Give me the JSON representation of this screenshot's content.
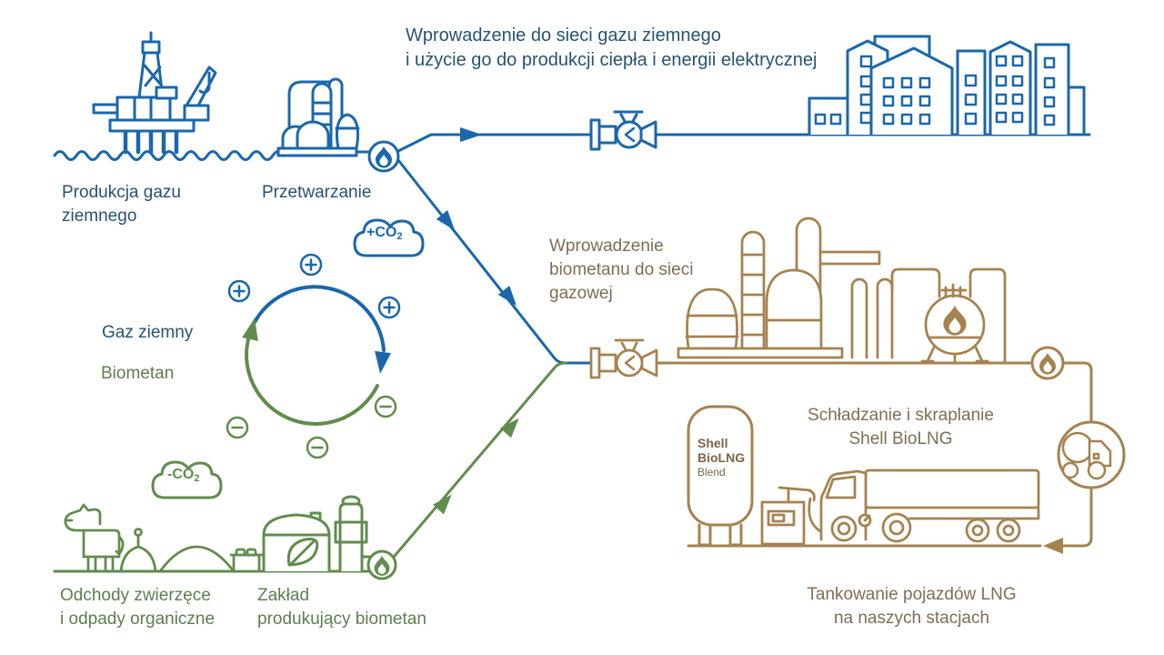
{
  "colors": {
    "blue_line": "#1a67ac",
    "blue_text": "#27536f",
    "green_line": "#618c4d",
    "green_text": "#5e7d51",
    "brown_line": "#a6824f",
    "brown_text": "#7f6d56"
  },
  "labels": {
    "grid_top": "Wprowadzenie do sieci gazu ziemnego\ni użycie go do produkcji ciepła i energii elektrycznej",
    "production": "Produkcja gazu\nziemnego",
    "processing": "Przetwarzanie",
    "natural_gas": "Gaz ziemny",
    "biomethane": "Biometan",
    "biomethane_grid": "Wprowadzenie\nbiometanu do sieci\ngazowej",
    "cooling": "Schładzanie i skraplanie\nShell BioLNG",
    "refueling": "Tankowanie pojazdów LNG\nna naszych stacjach",
    "animal_waste": "Odchody zwierzęce\ni odpady organiczne",
    "biomethane_plant": "Zakład\nprodukujący biometan",
    "co2_plus": "+CO",
    "co2_minus": "-CO",
    "co2_sub": "2",
    "tank1": "Shell",
    "tank2": "BioLNG",
    "tank3": "Blend"
  },
  "icons": [
    "oil-rig-icon",
    "processing-plant-icon",
    "flame-icon",
    "valve-icon",
    "city-buildings-icon",
    "co2-cloud-icon",
    "cycle-arrows-icon",
    "plus-icon",
    "minus-icon",
    "cow-icon",
    "manure-pile-icon",
    "waste-mound-icon",
    "waste-bin-icon",
    "biomethane-plant-icon",
    "gas-plant-icon",
    "sphere-tank-flame-icon",
    "truck-circle-icon",
    "bioLNG-tank-icon",
    "fuel-dispenser-icon",
    "lng-truck-icon",
    "flow-arrow-icon"
  ]
}
